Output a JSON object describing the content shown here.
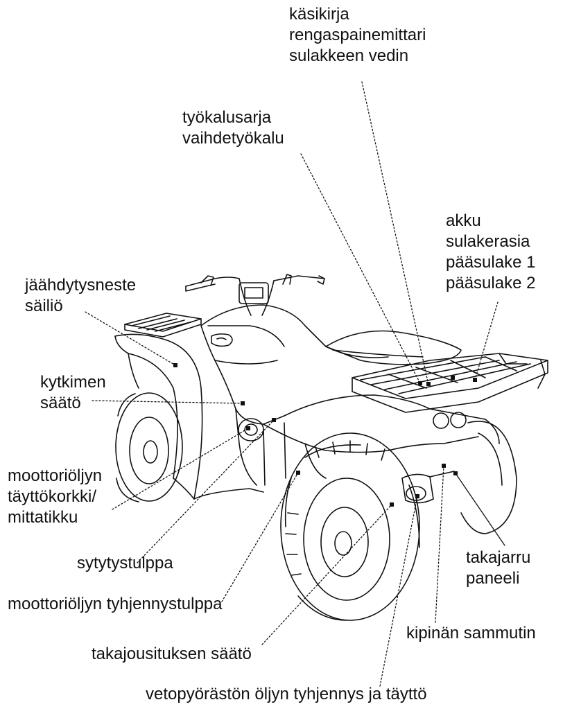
{
  "labels": {
    "manual_group": [
      "käsikirja",
      "rengaspainemittari",
      "sulakkeen vedin"
    ],
    "toolkit_group": [
      "työkalusarja",
      "vaihdetyökalu"
    ],
    "battery_group": [
      "akku",
      "sulakerasia",
      "pääsulake 1",
      "pääsulake 2"
    ],
    "coolant": [
      "jäähdytysneste",
      "säiliö"
    ],
    "clutch": [
      "kytkimen",
      "säätö"
    ],
    "oil_filler": [
      "moottoriöljyn",
      "täyttökorkki/",
      "mittatikku"
    ],
    "spark_plug": [
      "sytytystulppa"
    ],
    "oil_drain": [
      "moottoriöljyn tyhjennystulppa"
    ],
    "rear_suspension": [
      "takajousituksen säätö"
    ],
    "final_drive": [
      "vetopyörästön öljyn tyhjennys ja täyttö"
    ],
    "rear_brake": [
      "takajarru",
      "paneeli"
    ],
    "spark_arrester": [
      "kipinän sammutin"
    ]
  },
  "colors": {
    "ink": "#111111",
    "background": "#ffffff"
  },
  "icons": {
    "vehicle": "atv-line-drawing"
  }
}
